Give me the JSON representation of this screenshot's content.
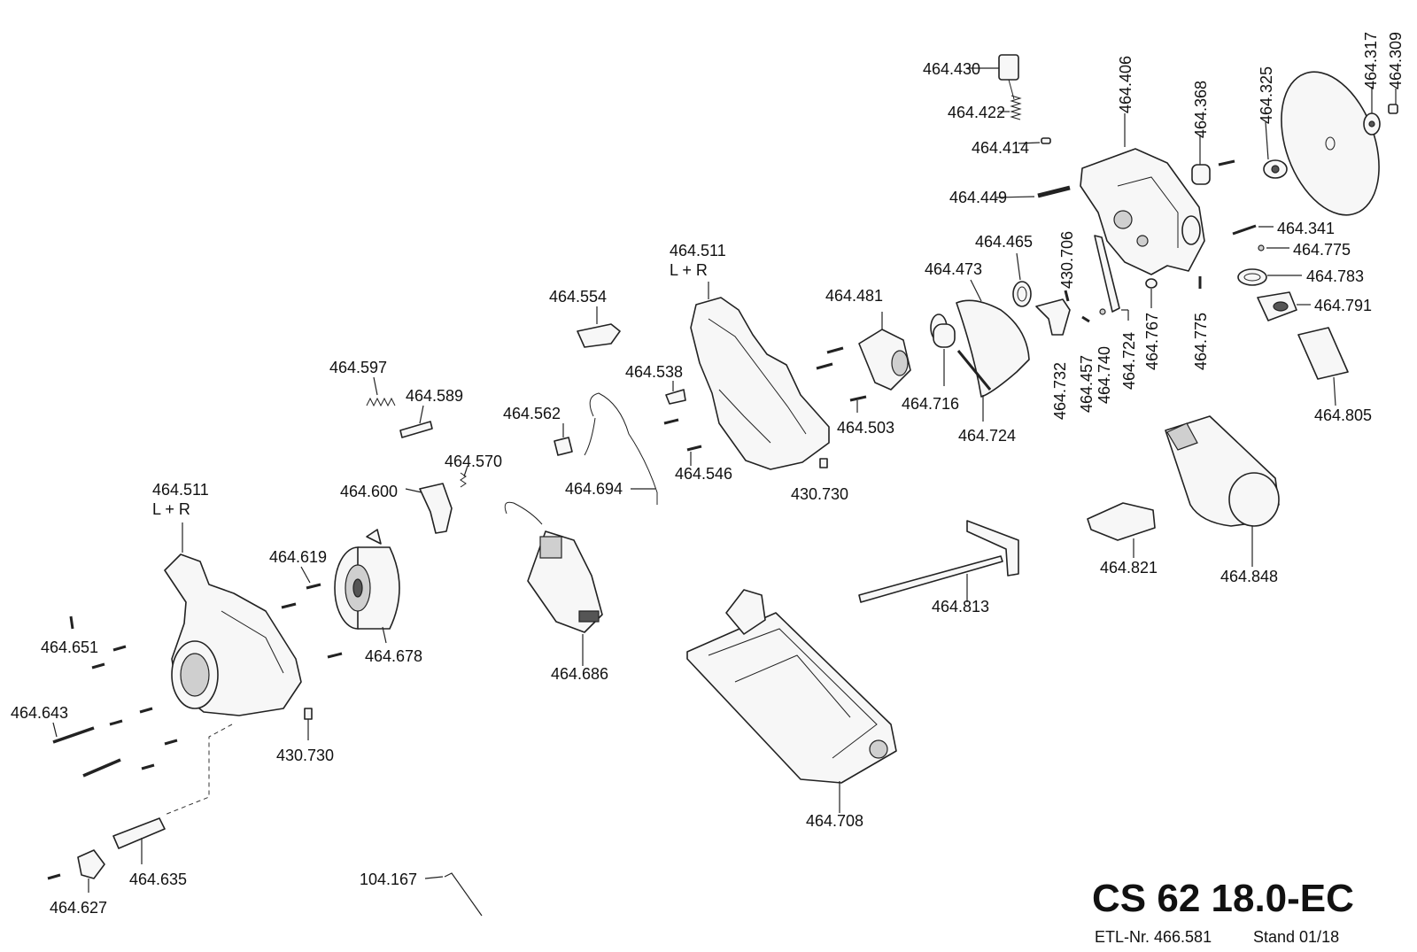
{
  "title": "CS 62 18.0-EC",
  "etl": "ETL-Nr. 466.581",
  "stand": "Stand 01/18",
  "labels": {
    "p430": "464.430",
    "p422": "464.422",
    "p414": "464.414",
    "p449": "464.449",
    "p406": "464.406",
    "p368": "464.368",
    "p325": "464.325",
    "p317": "464.317",
    "p309": "464.309",
    "p341": "464.341",
    "p775a": "464.775",
    "p783": "464.783",
    "p791": "464.791",
    "p805": "464.805",
    "p465": "464.465",
    "p473": "464.473",
    "p706": "430.706",
    "p775b": "464.775",
    "p767": "464.767",
    "p724a": "464.724",
    "p740": "464.740",
    "p457": "464.457",
    "p732": "464.732",
    "p724b": "464.724",
    "p716": "464.716",
    "p481": "464.481",
    "p503": "464.503",
    "p730a": "430.730",
    "p511a": "464.511",
    "p511a_lr": "L + R",
    "p554": "464.554",
    "p538": "464.538",
    "p546": "464.546",
    "p562": "464.562",
    "p694": "464.694",
    "p597": "464.597",
    "p589": "464.589",
    "p570": "464.570",
    "p600": "464.600",
    "p686": "464.686",
    "p619": "464.619",
    "p678": "464.678",
    "p511b": "464.511",
    "p511b_lr": "L + R",
    "p651": "464.651",
    "p643": "464.643",
    "p730b": "430.730",
    "p635": "464.635",
    "p627": "464.627",
    "p167": "104.167",
    "p708": "464.708",
    "p813": "464.813",
    "p821": "464.821",
    "p848": "464.848"
  }
}
